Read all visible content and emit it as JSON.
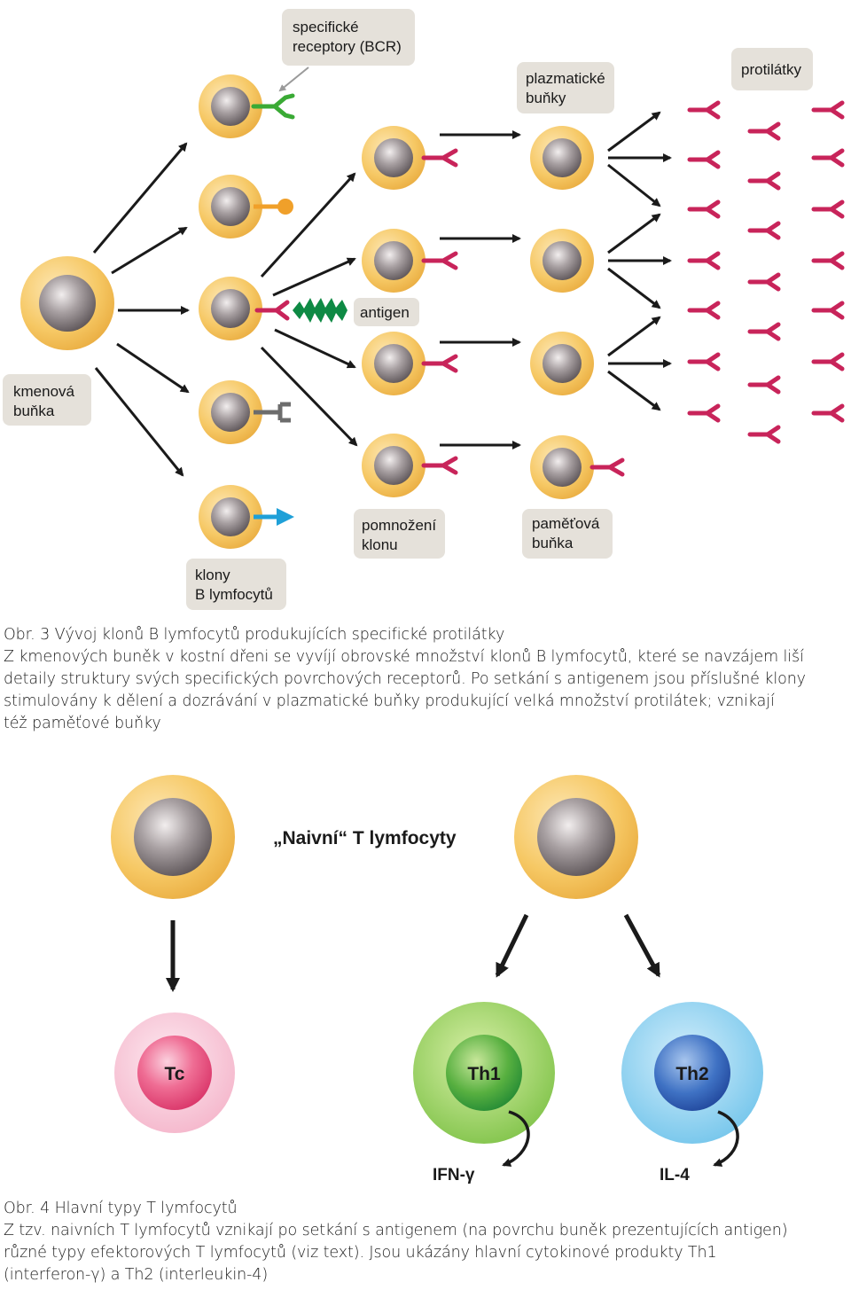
{
  "figure3": {
    "labels": {
      "bcr_line1": "specifické",
      "bcr_line2": "receptory (BCR)",
      "plasma_line1": "plazmatické",
      "plasma_line2": "buňky",
      "antibodies": "protilátky",
      "antigen": "antigen",
      "stem_line1": "kmenová",
      "stem_line2": "buňka",
      "clones_line1": "klony",
      "clones_line2": "B lymfocytů",
      "expansion_line1": "pomnožení",
      "expansion_line2": "klonu",
      "memory_line1": "paměťová",
      "memory_line2": "buňka"
    },
    "caption": {
      "title": "Obr. 3  Vývoj klonů B lymfocytů produkujících specifické protilátky",
      "lines": [
        "Z kmenových buněk v kostní dřeni se vyvíjí obrovské množství klonů B lymfocytů, které se navzájem liší",
        "detaily struktury svých specifických povrchových receptorů. Po setkání s antigenem jsou příslušné klony",
        "stimulovány k dělení a dozrávání v plazmatické buňky produkující velká množství protilátek; vznikají",
        "též paměťové buňky"
      ]
    },
    "colors": {
      "cell_outer": "#f5c866",
      "nucleus": "#8a8284",
      "receptor": "#c8245a",
      "antigen": "#0e8a44",
      "green_receptor": "#3aaa35",
      "orange_receptor": "#f0a02a",
      "gray_receptor": "#6c6c6c",
      "blue_receptor": "#1fa0d8",
      "label_bg": "#e5e1da"
    }
  },
  "figure4": {
    "title": "„Naivní“ T lymfocyty",
    "cells": {
      "tc": "Tc",
      "th1": "Th1",
      "th2": "Th2"
    },
    "products": {
      "ifn": "IFN-γ",
      "il4": "IL-4"
    },
    "caption": {
      "title": "Obr. 4  Hlavní typy T lymfocytů",
      "lines": [
        "Z tzv. naivních T lymfocytů vznikají po setkání s antigenem (na povrchu buněk prezentujících antigen)",
        "různé typy efektorových T lymfocytů (viz text). Jsou ukázány hlavní cytokinové produkty Th1",
        "(interferon-γ) a Th2 (interleukin-4)"
      ]
    }
  }
}
